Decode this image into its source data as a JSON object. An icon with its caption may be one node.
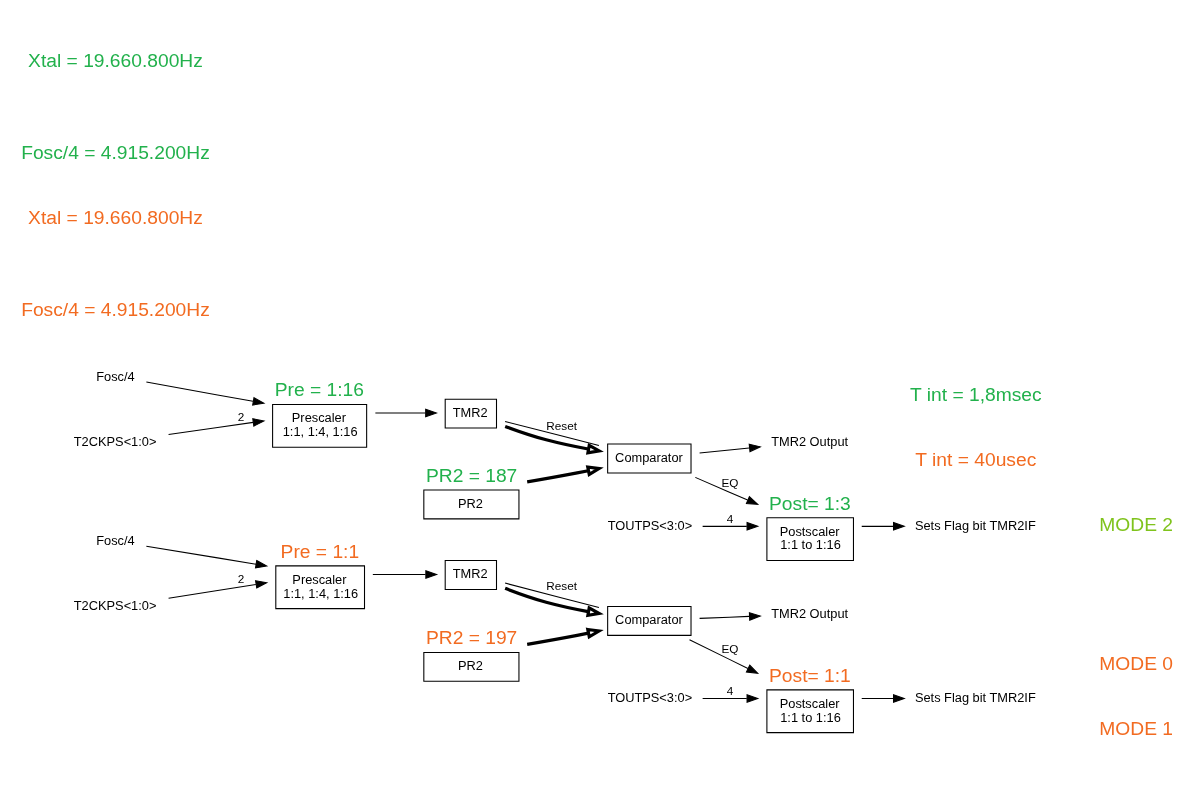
{
  "diagram": {
    "nodes": [
      {
        "text": [
          "Fosc/4"
        ]
      },
      {
        "text": [
          "Prescaler",
          "1:1, 1:4, 1:16"
        ],
        "beside": [
          "Pre = 1:1"
        ]
      },
      {
        "text": [
          "TMR2"
        ]
      },
      {
        "text": [
          "Comparator"
        ]
      },
      {
        "text": [
          "PR2"
        ],
        "beside": [
          "PR2 = 197"
        ]
      },
      {
        "text": [
          "Postscaler",
          "1:1 to 1:16"
        ],
        "beside": [
          "Post= 1:1"
        ]
      },
      {
        "text": [
          "T2CKPS<1:0>"
        ]
      },
      {
        "text": [
          "TOUTPS<3:0>"
        ]
      },
      {
        "text": [
          "TMR2 Output"
        ]
      },
      {
        "text": [
          "Sets Flag bit TMR2IF"
        ]
      },
      {
        "text": [
          "Fosc/4"
        ]
      },
      {
        "text": [
          "Prescaler",
          "1:1, 1:4, 1:16"
        ],
        "beside": [
          "Pre = 1:16"
        ]
      },
      {
        "text": [
          "TMR2"
        ]
      },
      {
        "text": [
          "Comparator"
        ]
      },
      {
        "text": [
          "PR2"
        ],
        "beside": [
          "PR2 = 187"
        ]
      },
      {
        "text": [
          "Postscaler",
          "1:1 to 1:16"
        ],
        "beside": [
          "Post= 1:3"
        ]
      },
      {
        "text": [
          "T2CKPS<1:0>"
        ]
      },
      {
        "text": [
          "TOUTPS<3:0>"
        ]
      },
      {
        "text": [
          "TMR2 Output"
        ]
      },
      {
        "text": [
          "Sets Flag bit TMR2IF"
        ]
      }
    ],
    "edges": [
      {
        "from": 0,
        "to": 1,
        "arrow": "to"
      },
      {
        "from": 1,
        "to": 2,
        "arrow": "to"
      },
      {
        "from": 2,
        "to": 3,
        "arrow": "to",
        "style": "thick"
      },
      {
        "from": 4,
        "to": 3,
        "arrow": "to",
        "style": "thick"
      },
      {
        "from": 3,
        "to": 2,
        "arrow": "none",
        "label": "Reset"
      },
      {
        "from": 3,
        "to": 8,
        "arrow": "to"
      },
      {
        "from": 3,
        "to": 5,
        "arrow": "to",
        "label": "EQ"
      },
      {
        "from": 6,
        "to": 1,
        "arrow": "to",
        "label": "2"
      },
      {
        "from": 7,
        "to": 5,
        "arrow": "to",
        "label": "4"
      },
      {
        "from": 5,
        "to": 9,
        "arrow": "to"
      },
      {
        "from": 10,
        "to": 11,
        "arrow": "to"
      },
      {
        "from": 11,
        "to": 12,
        "arrow": "to"
      },
      {
        "from": 12,
        "to": 13,
        "arrow": "to",
        "style": "thick"
      },
      {
        "from": 14,
        "to": 13,
        "arrow": "to",
        "style": "thick"
      },
      {
        "from": 13,
        "to": 12,
        "arrow": "none",
        "label": "Reset"
      },
      {
        "from": 13,
        "to": 18,
        "arrow": "to"
      },
      {
        "from": 13,
        "to": 15,
        "arrow": "to",
        "label": "EQ"
      },
      {
        "from": 16,
        "to": 11,
        "arrow": "to",
        "label": "2"
      },
      {
        "from": 17,
        "to": 15,
        "arrow": "to",
        "label": "4"
      },
      {
        "from": 15,
        "to": 19,
        "arrow": "to"
      }
    ],
    "labels": [
      "Xtal = 19.660.800Hz",
      "Fosc/4 = 4.915.200Hz",
      "T int = 40usec",
      "MODE 0",
      "MODE 1",
      "Xtal = 19.660.800Hz",
      "Fosc/4 = 4.915.200Hz",
      "T int = 1,8msec",
      "MODE 2"
    ]
  }
}
